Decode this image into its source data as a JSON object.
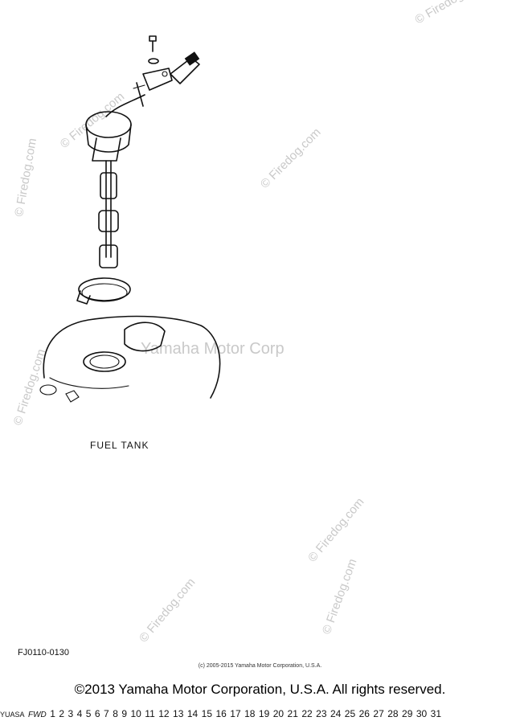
{
  "callouts": [
    {
      "num": "1"
    },
    {
      "num": "2"
    },
    {
      "num": "3"
    },
    {
      "num": "4"
    },
    {
      "num": "5"
    },
    {
      "num": "6"
    },
    {
      "num": "7"
    },
    {
      "num": "8"
    },
    {
      "num": "9"
    },
    {
      "num": "10"
    },
    {
      "num": "11"
    },
    {
      "num": "12"
    },
    {
      "num": "13"
    },
    {
      "num": "14"
    },
    {
      "num": "15"
    },
    {
      "num": "16"
    },
    {
      "num": "17"
    },
    {
      "num": "18"
    },
    {
      "num": "19"
    },
    {
      "num": "20"
    },
    {
      "num": "21"
    },
    {
      "num": "22"
    },
    {
      "num": "23"
    },
    {
      "num": "24"
    },
    {
      "num": "25"
    },
    {
      "num": "26"
    },
    {
      "num": "27"
    },
    {
      "num": "28"
    },
    {
      "num": "29"
    },
    {
      "num": "30"
    },
    {
      "num": "31"
    }
  ],
  "labels": {
    "fuel_tank": "FUEL TANK",
    "diagram_code": "FJ0110-0130",
    "fwd_arrow": "FWD",
    "battery_brand": "YUASA"
  },
  "watermarks": {
    "site": "© Firedog.com",
    "manufacturer": "Yamaha Motor Corp"
  },
  "copyright": {
    "small": "(c) 2005-2015 Yamaha Motor Corporation, U.S.A.",
    "footer": "©2013 Yamaha Motor Corporation, U.S.A. All rights reserved."
  }
}
